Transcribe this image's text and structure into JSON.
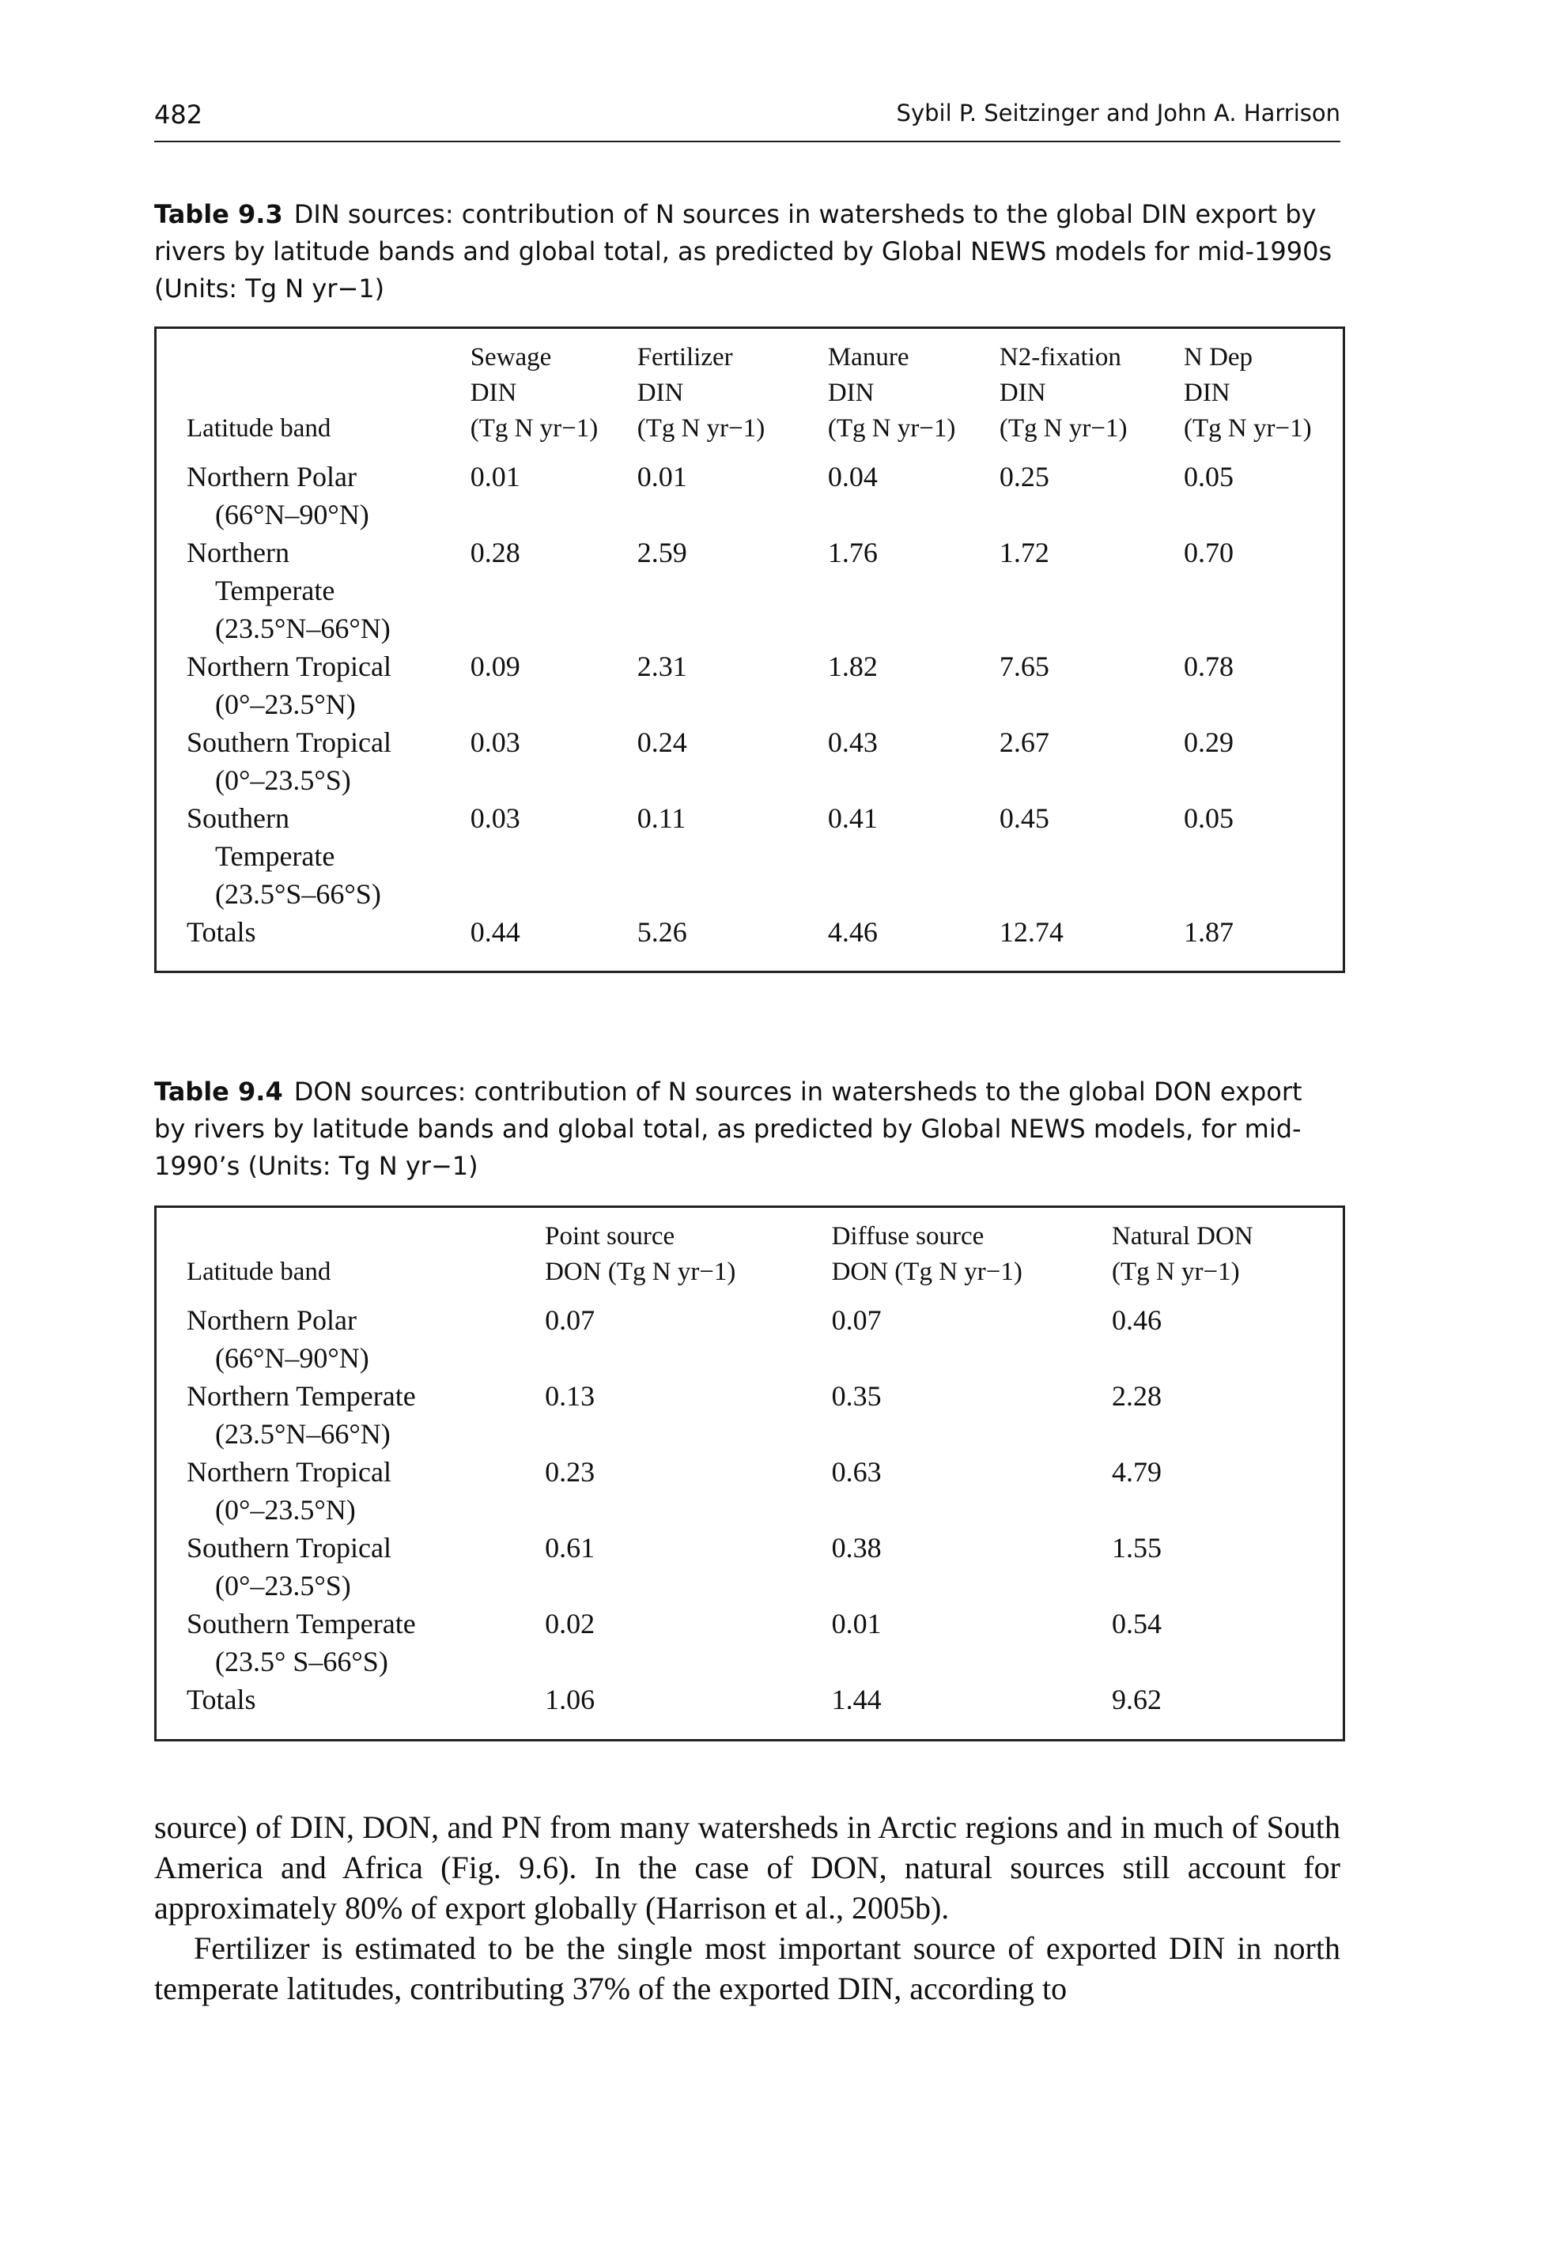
{
  "header": {
    "page_number": "482",
    "running_head": "Sybil P. Seitzinger and John A. Harrison"
  },
  "table93": {
    "label": "Table 9.3",
    "caption": "DIN sources: contribution of N sources in watersheds to the global DIN export by rivers by latitude bands and global total, as predicted by Global NEWS models for mid-1990s (Units: Tg N yr−1)",
    "headers": [
      [
        "",
        "",
        "Latitude band"
      ],
      [
        "Sewage",
        "DIN",
        "(Tg N yr−1)"
      ],
      [
        "Fertilizer",
        "DIN",
        "(Tg N yr−1)"
      ],
      [
        "Manure",
        "DIN",
        "(Tg N yr−1)"
      ],
      [
        "N2-fixation",
        "DIN",
        "(Tg N yr−1)"
      ],
      [
        "N Dep",
        "DIN",
        "(Tg N yr−1)"
      ]
    ],
    "rows": [
      {
        "band": [
          "Northern Polar",
          "(66°N–90°N)"
        ],
        "values": [
          "0.01",
          "0.01",
          "0.04",
          "0.25",
          "0.05"
        ]
      },
      {
        "band": [
          "Northern",
          "Temperate",
          "(23.5°N–66°N)"
        ],
        "values": [
          "0.28",
          "2.59",
          "1.76",
          "1.72",
          "0.70"
        ]
      },
      {
        "band": [
          "Northern Tropical",
          "(0°–23.5°N)"
        ],
        "values": [
          "0.09",
          "2.31",
          "1.82",
          "7.65",
          "0.78"
        ]
      },
      {
        "band": [
          "Southern Tropical",
          "(0°–23.5°S)"
        ],
        "values": [
          "0.03",
          "0.24",
          "0.43",
          "2.67",
          "0.29"
        ]
      },
      {
        "band": [
          "Southern",
          "Temperate",
          "(23.5°S–66°S)"
        ],
        "values": [
          "0.03",
          "0.11",
          "0.41",
          "0.45",
          "0.05"
        ]
      },
      {
        "band": [
          "Totals"
        ],
        "values": [
          "0.44",
          "5.26",
          "4.46",
          "12.74",
          "1.87"
        ]
      }
    ]
  },
  "table94": {
    "label": "Table 9.4",
    "caption": "DON sources: contribution of N sources in watersheds to the global DON export by rivers by latitude bands and global total, as predicted by Global NEWS models, for mid-1990’s (Units: Tg N yr−1)",
    "headers": [
      [
        "",
        "Latitude band"
      ],
      [
        "Point source",
        "DON (Tg N yr−1)"
      ],
      [
        "Diffuse source",
        "DON (Tg N yr−1)"
      ],
      [
        "Natural DON",
        "(Tg N yr−1)"
      ]
    ],
    "rows": [
      {
        "band": [
          "Northern Polar",
          "(66°N–90°N)"
        ],
        "values": [
          "0.07",
          "0.07",
          "0.46"
        ]
      },
      {
        "band": [
          "Northern Temperate",
          "(23.5°N–66°N)"
        ],
        "values": [
          "0.13",
          "0.35",
          "2.28"
        ]
      },
      {
        "band": [
          "Northern Tropical",
          "(0°–23.5°N)"
        ],
        "values": [
          "0.23",
          "0.63",
          "4.79"
        ]
      },
      {
        "band": [
          "Southern Tropical",
          "(0°–23.5°S)"
        ],
        "values": [
          "0.61",
          "0.38",
          "1.55"
        ]
      },
      {
        "band": [
          "Southern Temperate",
          "(23.5° S–66°S)"
        ],
        "values": [
          "0.02",
          "0.01",
          "0.54"
        ]
      },
      {
        "band": [
          "Totals"
        ],
        "values": [
          "1.06",
          "1.44",
          "9.62"
        ]
      }
    ]
  },
  "body": {
    "paragraphs": [
      "source) of DIN, DON, and PN from many watersheds in Arctic regions and in much of South America and Africa (Fig. 9.6). In the case of DON, natural sources still account for approximately 80% of export globally (Harrison et al., 2005b).",
      "Fertilizer is estimated to be the single most important source of exported DIN in north temperate latitudes, contributing 37% of the exported DIN, according to"
    ]
  }
}
